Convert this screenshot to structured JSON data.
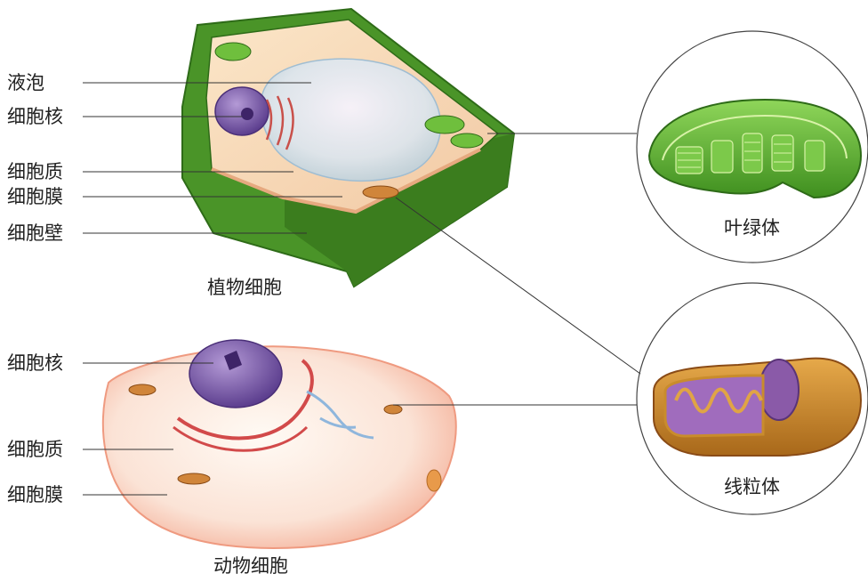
{
  "plant_cell": {
    "caption": "植物细胞",
    "labels": [
      "液泡",
      "细胞核",
      "细胞质",
      "细胞膜",
      "细胞壁"
    ]
  },
  "animal_cell": {
    "caption": "动物细胞",
    "labels": [
      "细胞核",
      "细胞质",
      "细胞膜"
    ]
  },
  "chloroplast": {
    "caption": "叶绿体"
  },
  "mitochondrion": {
    "caption": "线粒体"
  },
  "colors": {
    "plant_wall": "#4f9a2c",
    "plant_wall_dark": "#2f6e19",
    "chloroplast_green": "#5fb836",
    "nucleus_purple": "#7a5ca8",
    "animal_membrane": "#f6b7a3",
    "mitochondrion_orange": "#c98c2c",
    "mitochondrion_inner": "#8a5aa8"
  }
}
